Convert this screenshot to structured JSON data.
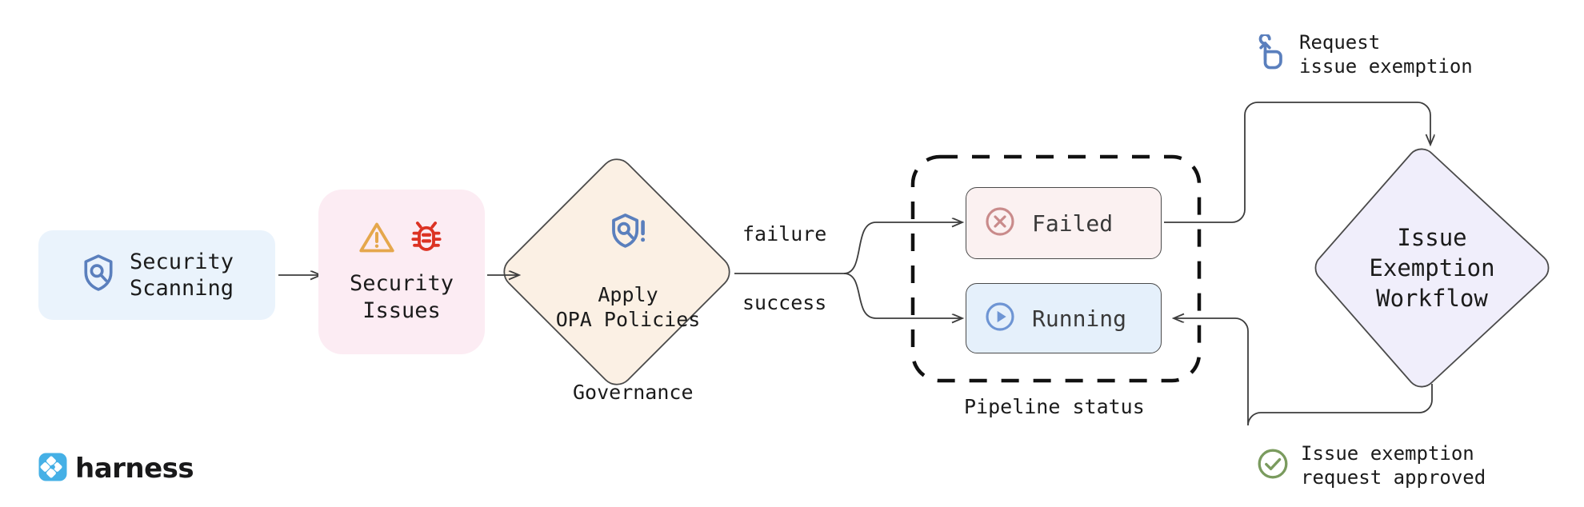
{
  "diagram": {
    "title": "Security scanning governance and issue exemption workflow",
    "nodes": {
      "security_scanning": {
        "label": "Security\nScanning",
        "icon": "shield-search-icon",
        "fill": "#eaf3fc"
      },
      "security_issues": {
        "label": "Security\nIssues",
        "icons": [
          "warning-triangle-icon",
          "bug-icon"
        ],
        "fill": "#fcecf3"
      },
      "apply_opa": {
        "label": "Apply\nOPA Policies",
        "icon": "shield-search-alert-icon",
        "caption": "Governance",
        "fill": "#fbf0e4"
      },
      "failed": {
        "label": "Failed",
        "icon": "error-circle-icon",
        "fill": "#fbf1f1",
        "icon_color": "#c98b8b"
      },
      "running": {
        "label": "Running",
        "icon": "play-circle-icon",
        "fill": "#e5f0fb",
        "icon_color": "#6e95d4"
      },
      "pipeline_status": {
        "caption": "Pipeline status"
      },
      "issue_exemption_workflow": {
        "label": "Issue\nExemption\nWorkflow",
        "fill": "#f0eefb"
      }
    },
    "edge_labels": {
      "failure": "failure",
      "success": "success"
    },
    "legend": [
      {
        "id": "request",
        "icon": "click-hand-icon",
        "text": "Request\nissue exemption",
        "color": "#5a7fbd"
      },
      {
        "id": "approved",
        "icon": "check-circle-icon",
        "text": "Issue exemption\nrequest approved",
        "color": "#7a9b5e"
      }
    ],
    "brand": {
      "name": "harness",
      "color": "#45b0e6"
    }
  }
}
